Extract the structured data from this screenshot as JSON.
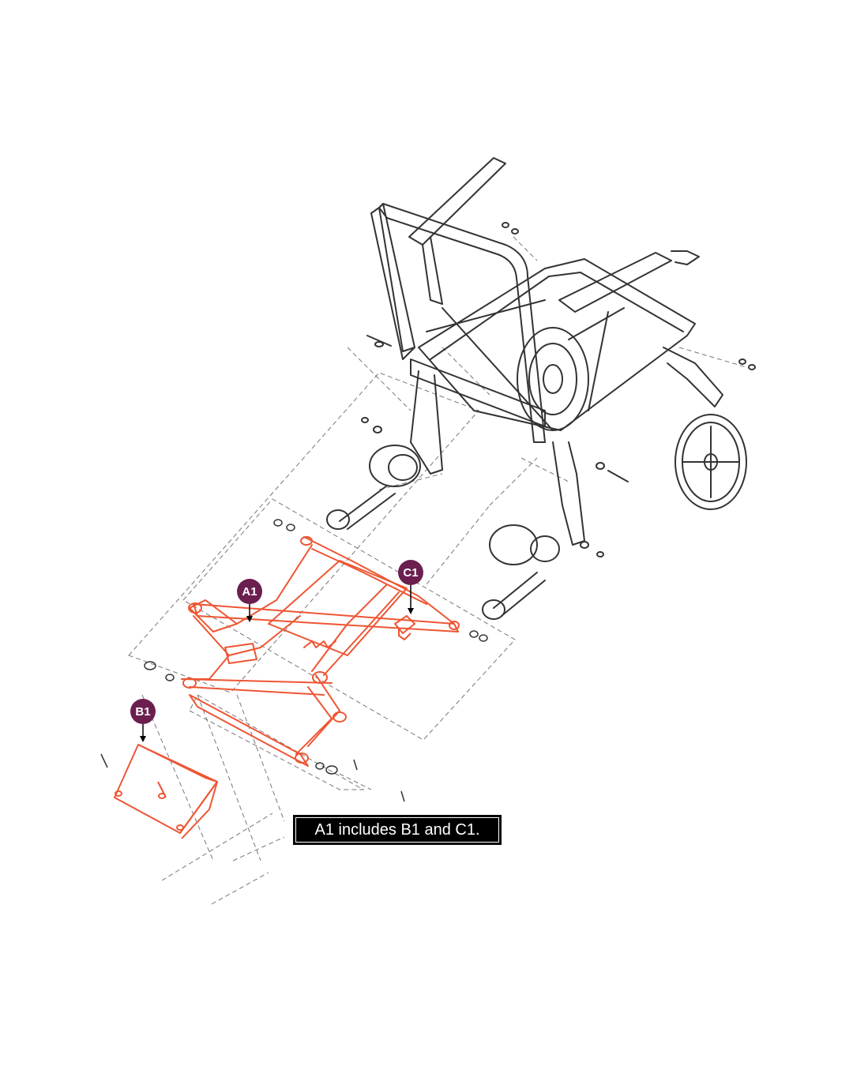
{
  "colors": {
    "line": "#333333",
    "dash": "#777777",
    "highlight": "#ee5533",
    "callout": "#6b1f4f",
    "note_bg": "#000000",
    "note_text": "#ffffff"
  },
  "callouts": [
    {
      "id": "A1",
      "label": "A1"
    },
    {
      "id": "B1",
      "label": "B1"
    },
    {
      "id": "C1",
      "label": "C1"
    }
  ],
  "note": {
    "text": "A1 includes B1 and C1."
  }
}
